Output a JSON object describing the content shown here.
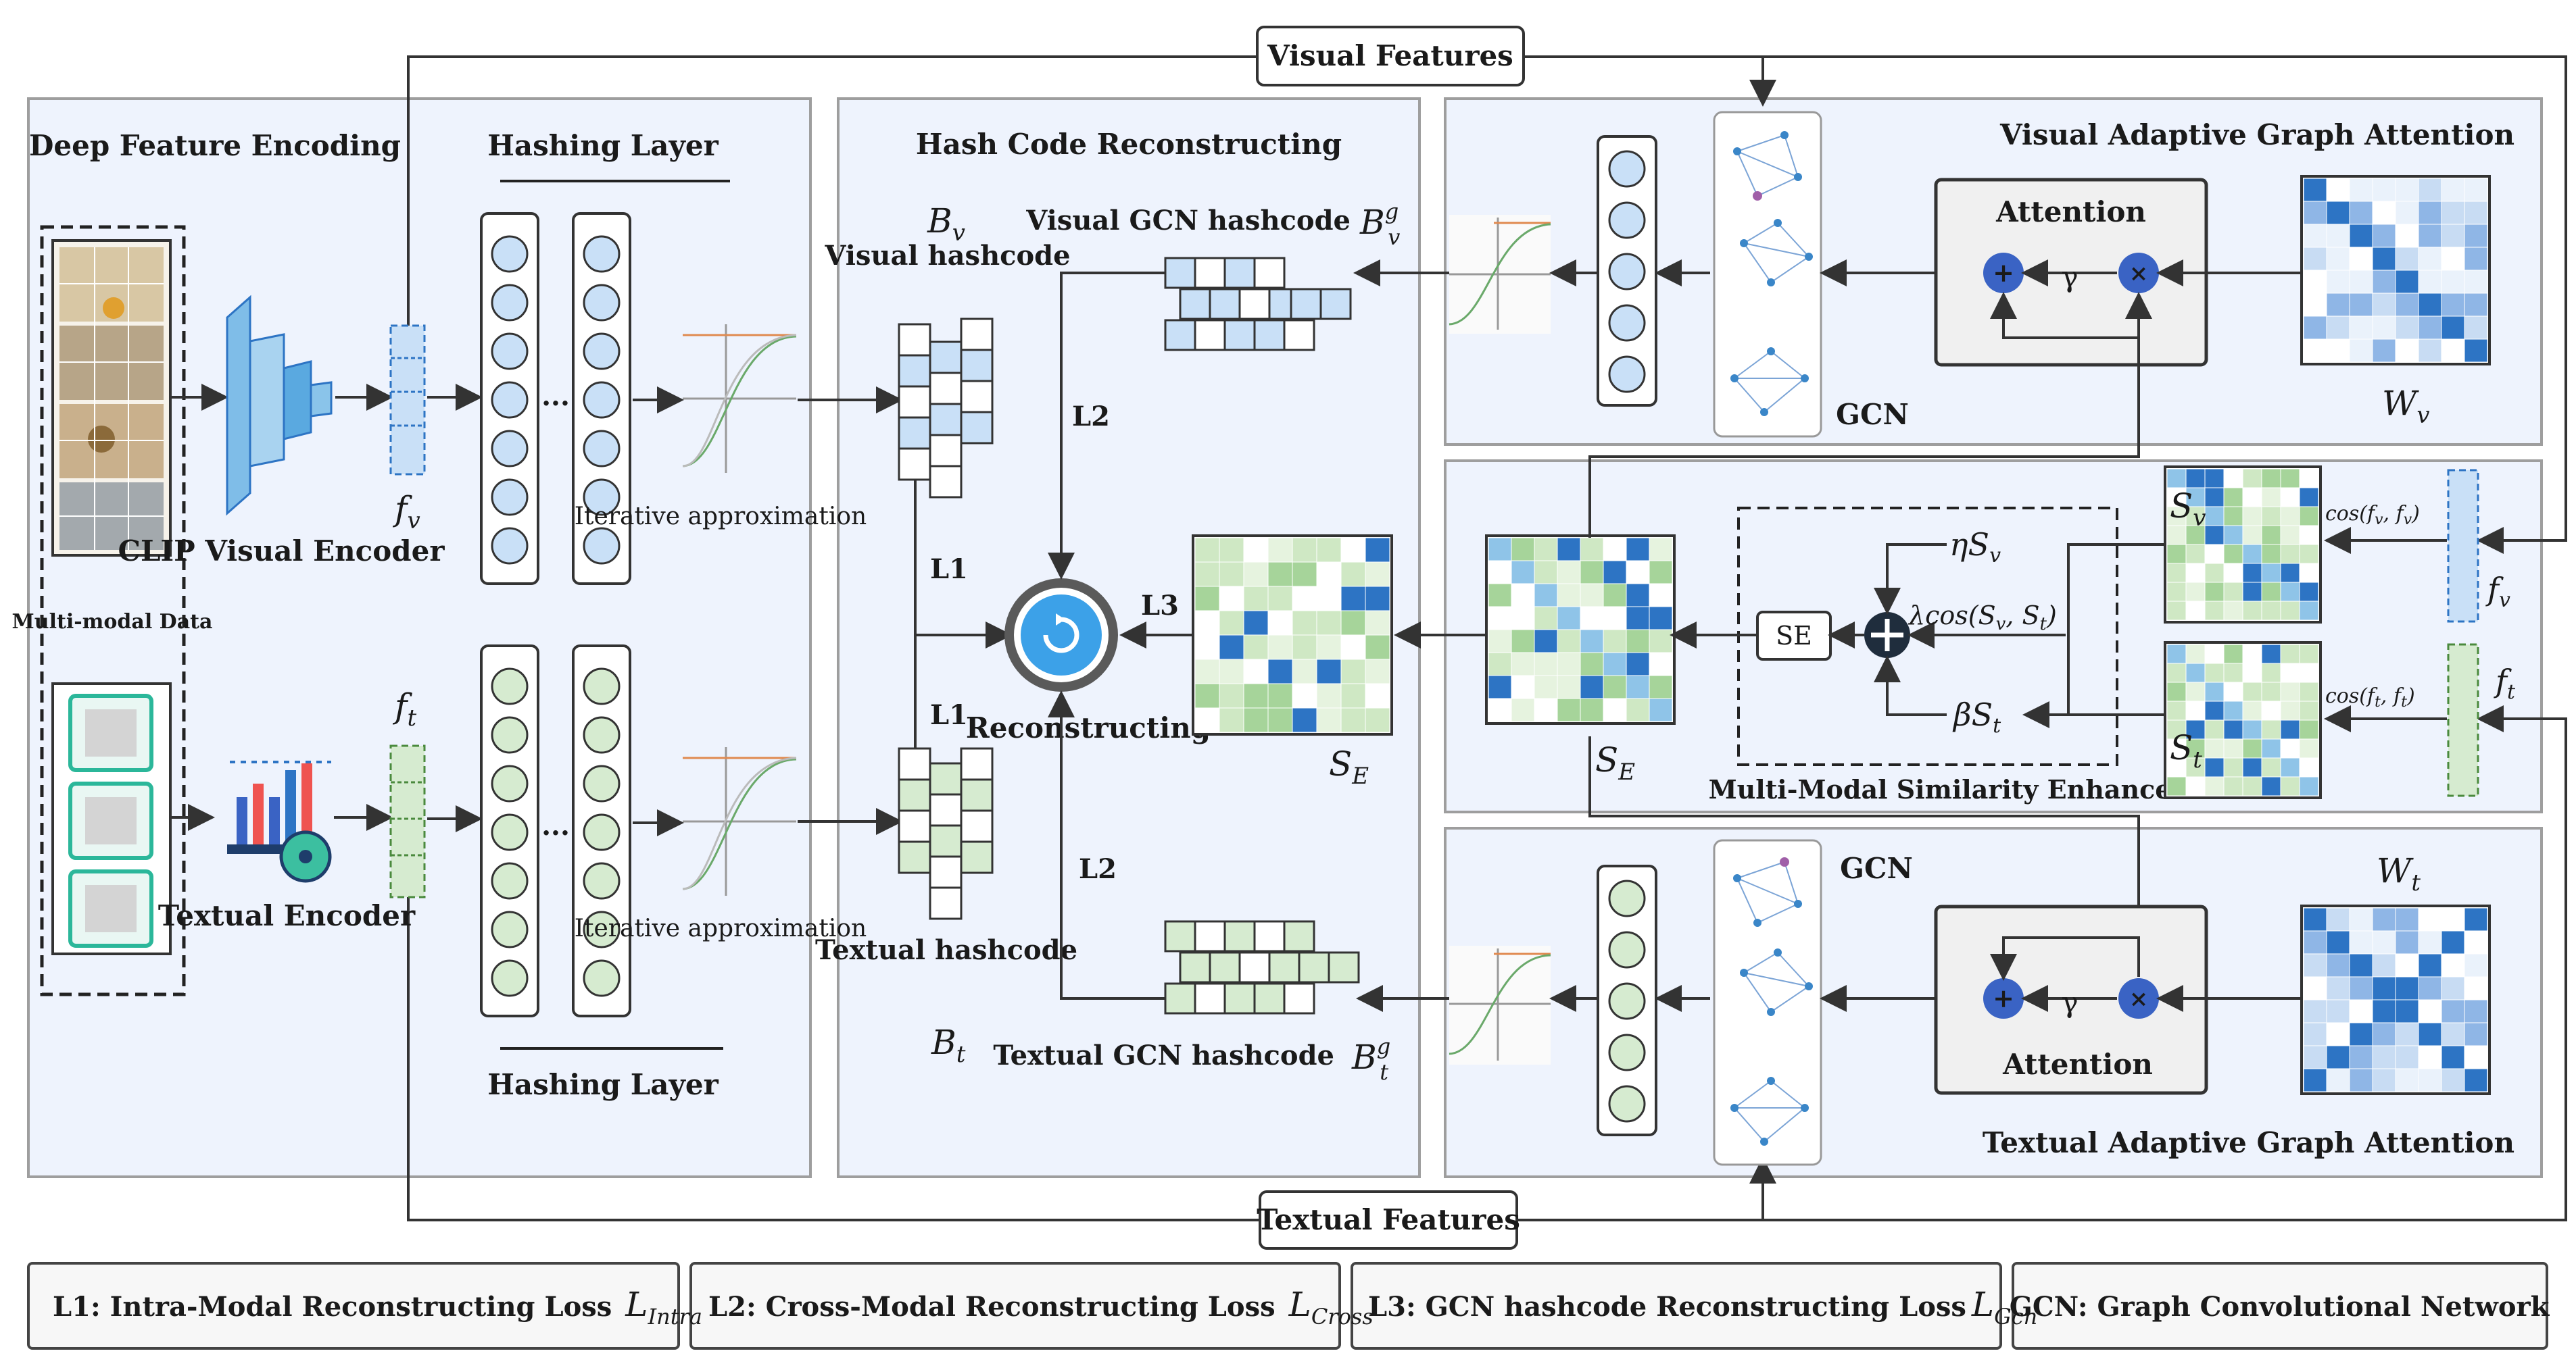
{
  "panels": {
    "deep_feature_encoding": "Deep Feature Encoding",
    "hashing_layer_top": "Hashing Layer",
    "hashing_layer_bottom": "Hashing Layer",
    "hash_code_reconstructing": "Hash Code Reconstructing",
    "visual_aga": "Visual Adaptive Graph Attention",
    "textual_aga": "Textual Adaptive Graph Attention",
    "mmse": "Multi-Modal Similarity Enhance"
  },
  "encoders": {
    "multimodal": "Multi-modal Data",
    "clip": "CLIP Visual Encoder",
    "text": "Textual Encoder",
    "iter_top": "Iterative approximation",
    "iter_bottom": "Iterative approximation",
    "ellipsis": "..."
  },
  "features": {
    "visual": "Visual Features",
    "textual": "Textual Features",
    "fv": "f",
    "fv_sub": "v",
    "ft": "f",
    "ft_sub": "t"
  },
  "hash": {
    "bv": "B",
    "bv_sub": "v",
    "visual_hashcode": "Visual hashcode",
    "bt": "B",
    "bt_sub": "t",
    "textual_hashcode": "Textual hashcode",
    "visual_gcn": "Visual GCN hashcode",
    "textual_gcn": "Textual GCN hashcode",
    "bvg": "B",
    "btg": "B",
    "g_sup": "g",
    "reconstructing": "Reconstructing",
    "se_label": "S",
    "se_sub": "E"
  },
  "losses": {
    "l1a": "L1",
    "l1b": "L1",
    "l2a": "L2",
    "l2b": "L2",
    "l3": "L3"
  },
  "graph": {
    "attention_top": "Attention",
    "attention_bottom": "Attention",
    "gamma": "γ",
    "gcn_top": "GCN",
    "gcn_bottom": "GCN",
    "wv": "W",
    "wv_sub": "v",
    "wt": "W",
    "wt_sub": "t"
  },
  "similarity": {
    "eta_sv": "ηS",
    "eta_sub": "v",
    "lambda_cos": "λcos(S",
    "lambda_mid": ", S",
    "lambda_end": ")",
    "beta_st": "βS",
    "beta_sub": "t",
    "se_block": "SE",
    "sv": "S",
    "sv_sub": "v",
    "st": "S",
    "st_sub": "t",
    "cos_fv": "cos(f",
    "cos_fv_mid": ", f",
    "cos_ft": "cos(f",
    "cos_ft_mid": ", f",
    "close": ")"
  },
  "legend": {
    "l1": "L1: Intra-Modal Reconstructing Loss",
    "l1_sym": "L",
    "l1_sub": "Intra",
    "l2": "L2: Cross-Modal Reconstructing Loss",
    "l2_sym": "L",
    "l2_sub": "Cross",
    "l3": "L3: GCN hashcode Reconstructing Loss",
    "l3_sym": "L",
    "l3_sub": "Gcn",
    "gcn": "GCN: Graph Convolutional Network"
  },
  "colors": {
    "panel_fill": "#eef3fd",
    "panel_border": "#9e9e9e",
    "blue_node": "#c9e0f7",
    "green_node": "#d6ebd0",
    "dark_blue": "#2d74c4",
    "circle_blue": "#3a63c4",
    "recon_blue": "#3ca1e8",
    "arrow": "#333333"
  }
}
